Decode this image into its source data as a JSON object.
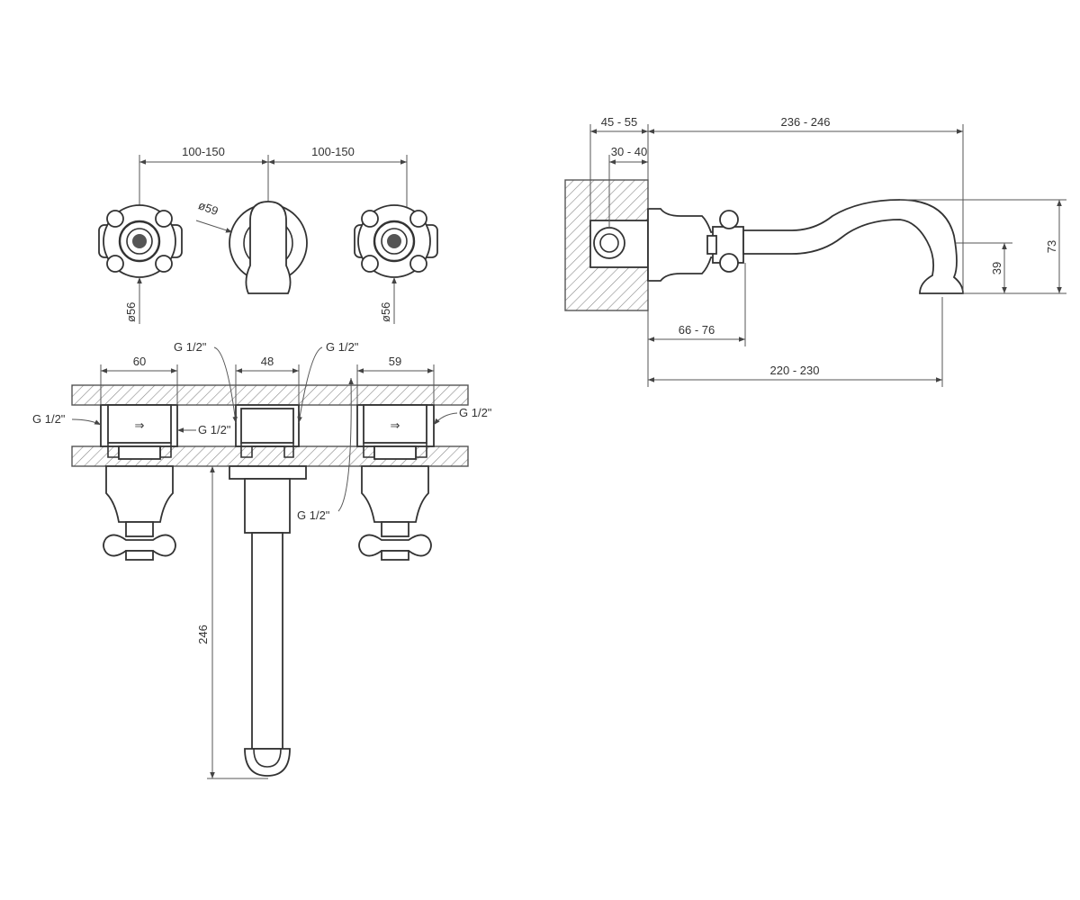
{
  "labels": {
    "front_top_left_spacing": "100-150",
    "front_top_right_spacing": "100-150",
    "spout_rosette_diameter": "ø59",
    "left_handle_diameter": "ø56",
    "right_handle_diameter": "ø56",
    "left_body_width": "60",
    "center_body_width": "48",
    "right_body_width": "59",
    "left_outer_thread": "G 1/2\"",
    "left_inner_thread": "G 1/2\"",
    "center_left_thread": "G 1/2\"",
    "center_right_thread": "G 1/2\"",
    "bottom_center_thread": "G 1/2\"",
    "right_outer_thread": "G 1/2\"",
    "spout_drop_height": "246",
    "side_wall_depth": "45 - 55",
    "side_inner_depth": "30 - 40",
    "side_spout_reach": "236 - 246",
    "side_total_height": "73",
    "side_outlet_height": "39",
    "side_handle_reach": "66 - 76",
    "side_outlet_reach": "220 - 230"
  }
}
